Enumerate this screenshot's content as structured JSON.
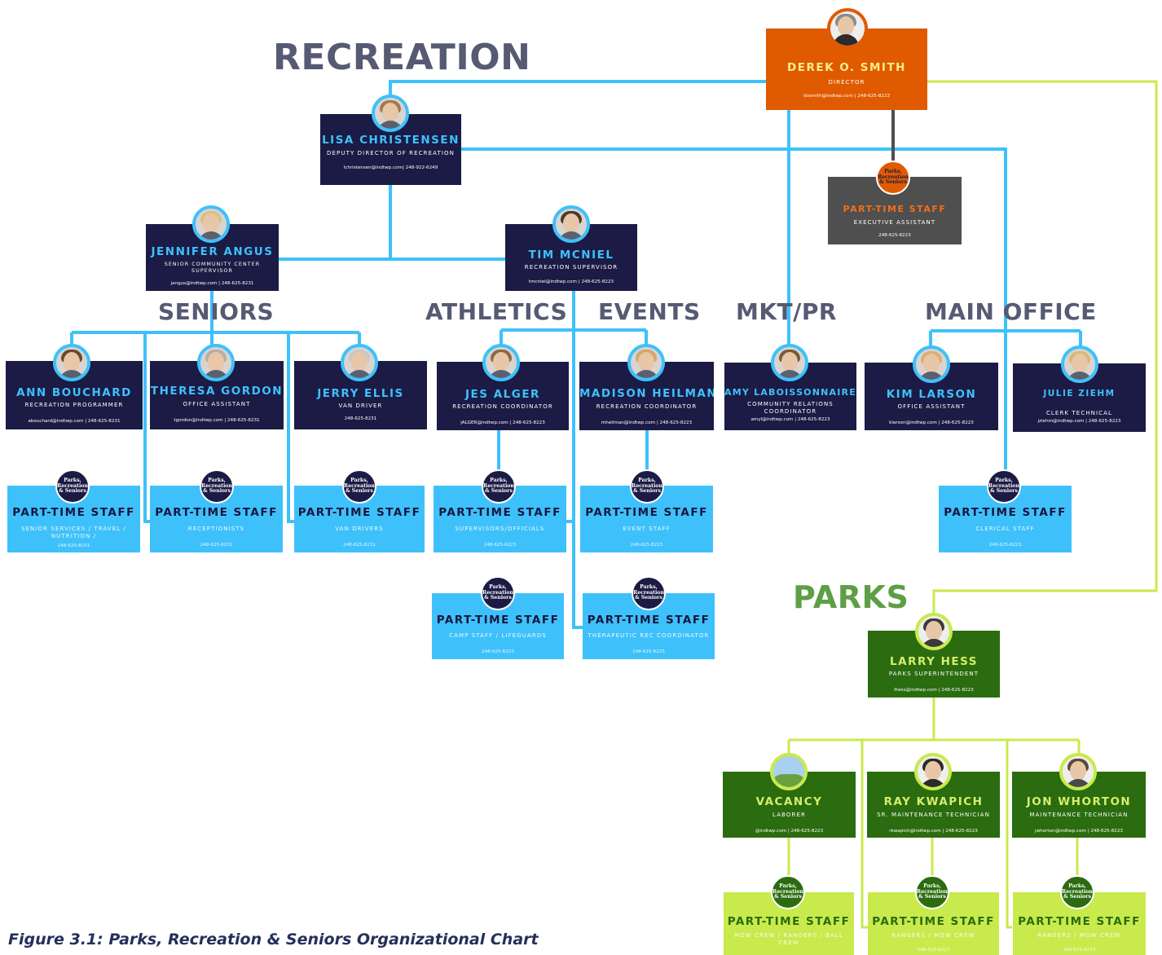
{
  "sections": {
    "recreation": "RECREATION",
    "seniors": "SENIORS",
    "athletics": "ATHLETICS",
    "events": "EVENTS",
    "mktpr": "MKT/PR",
    "main_office": "MAIN OFFICE",
    "parks": "PARKS"
  },
  "logo_text": "Parks, Recreation & Seniors",
  "people": {
    "derek": {
      "name": "DEREK O. SMITH",
      "title": "DIRECTOR",
      "contact": "dosmith@indtwp.com | 248-625-8223"
    },
    "lisa": {
      "name": "LISA CHRISTENSEN",
      "title": "DEPUTY DIRECTOR OF RECREATION",
      "contact": "lchristensen@indtwp.com| 248-922-6249"
    },
    "exec_pt": {
      "name": "PART-TIME STAFF",
      "title": "EXECUTIVE ASSISTANT",
      "contact": "248-625-8223"
    },
    "jennifer": {
      "name": "JENNIFER ANGUS",
      "title": "SENIOR COMMUNITY CENTER SUPERVISOR",
      "contact": "jangus@indtwp.com | 248-625-8231"
    },
    "tim": {
      "name": "TIM MCNIEL",
      "title": "RECREATION SUPERVISOR",
      "contact": "tmcniel@indtwp.com | 248-625-8223"
    },
    "ann": {
      "name": "ANN BOUCHARD",
      "title": "RECREATION PROGRAMMER",
      "contact": "abouchard@indtwp.com | 248-625-8231"
    },
    "theresa": {
      "name": "THERESA GORDON",
      "title": "OFFICE ASSISTANT",
      "contact": "tgordon@indtwp.com | 248-625-8231"
    },
    "jerry": {
      "name": "JERRY ELLIS",
      "title": "VAN DRIVER",
      "contact": "248-625-8231"
    },
    "jes": {
      "name": "JES ALGER",
      "title": "RECREATION COORDINATOR",
      "contact": "jALGER@indtwp.com | 248-625-8223"
    },
    "madison": {
      "name": "MADISON HEILMAN",
      "title": "RECREATION COORDINATOR",
      "contact": "mheilman@indtwp.com | 248-625-8223"
    },
    "amy": {
      "name": "AMY LABOISSONNAIRE",
      "title": "COMMUNITY RELATIONS COORDINATOR",
      "contact": "amyl@indtwp.com | 248-625-8223"
    },
    "kim": {
      "name": "KIM LARSON",
      "title": "OFFICE ASSISTANT",
      "contact": "klarson@indtwp.com | 248-625-8223"
    },
    "julie": {
      "name": "JULIE ZIEHM",
      "title": "CLERK TECHNICAL",
      "contact": "jziehm@indtwp.com | 248-625-8223"
    },
    "pt_seniors": {
      "name": "PART-TIME STAFF",
      "title": "SENIOR SERVICES / TRAVEL / NUTRITION /",
      "contact": "248-625-8231"
    },
    "pt_reception": {
      "name": "PART-TIME STAFF",
      "title": "RECEPTIONISTS",
      "contact": "248-625-8231"
    },
    "pt_van": {
      "name": "PART-TIME STAFF",
      "title": "VAN DRIVERS",
      "contact": "248-625-8231"
    },
    "pt_supervisors": {
      "name": "PART-TIME STAFF",
      "title": "SUPERVISORS/OFFICIALS",
      "contact": "248-625-8223"
    },
    "pt_event": {
      "name": "PART-TIME STAFF",
      "title": "EVENT STAFF",
      "contact": "248-625-8223"
    },
    "pt_clerical": {
      "name": "PART-TIME STAFF",
      "title": "CLERICAL STAFF",
      "contact": "248-625-8223"
    },
    "pt_camp": {
      "name": "PART-TIME STAFF",
      "title": "CAMP STAFF / LIFEGUARDS",
      "contact": "248-625-8223"
    },
    "pt_therapeutic": {
      "name": "PART-TIME STAFF",
      "title": "THERAPEUTIC REC COORDINATOR",
      "contact": "248-625-8223"
    },
    "larry": {
      "name": "LARRY HESS",
      "title": "PARKS SUPERINTENDENT",
      "contact": "lhess@indtwp.com | 248-625-8223"
    },
    "vacancy": {
      "name": "VACANCY",
      "title": "LABORER",
      "contact": "@indtwp.com | 248-625-8223"
    },
    "ray": {
      "name": "RAY KWAPICH",
      "title": "SR. MAINTENANCE TECHNICIAN",
      "contact": "rkwapich@indtwp.com | 248-625-8223"
    },
    "jon": {
      "name": "JON WHORTON",
      "title": "MAINTENANCE TECHNICIAN",
      "contact": "jwhorton@indtwp.com | 248-625-8223"
    },
    "pt_mow": {
      "name": "PART-TIME STAFF",
      "title": "MOW CREW / RANGERS / BALL CREW",
      "contact": "248-625-8223"
    },
    "pt_rangers1": {
      "name": "PART-TIME STAFF",
      "title": "RANGERS / MOW CREW",
      "contact": "248-625-8223"
    },
    "pt_rangers2": {
      "name": "PART-TIME STAFF",
      "title": "RANGERS / MOW CREW",
      "contact": "248-625-8223"
    }
  },
  "caption": "Figure 3.1: Parks, Recreation & Seniors Organizational Chart",
  "colors": {
    "recreation_line": "#3ec1fb",
    "parks_line": "#c8ea4c",
    "navy": "#1b1b45",
    "orange": "#e05a00",
    "dark_green": "#2a6c0f",
    "light_green": "#c8ea4c",
    "sky": "#3ec1fb"
  }
}
